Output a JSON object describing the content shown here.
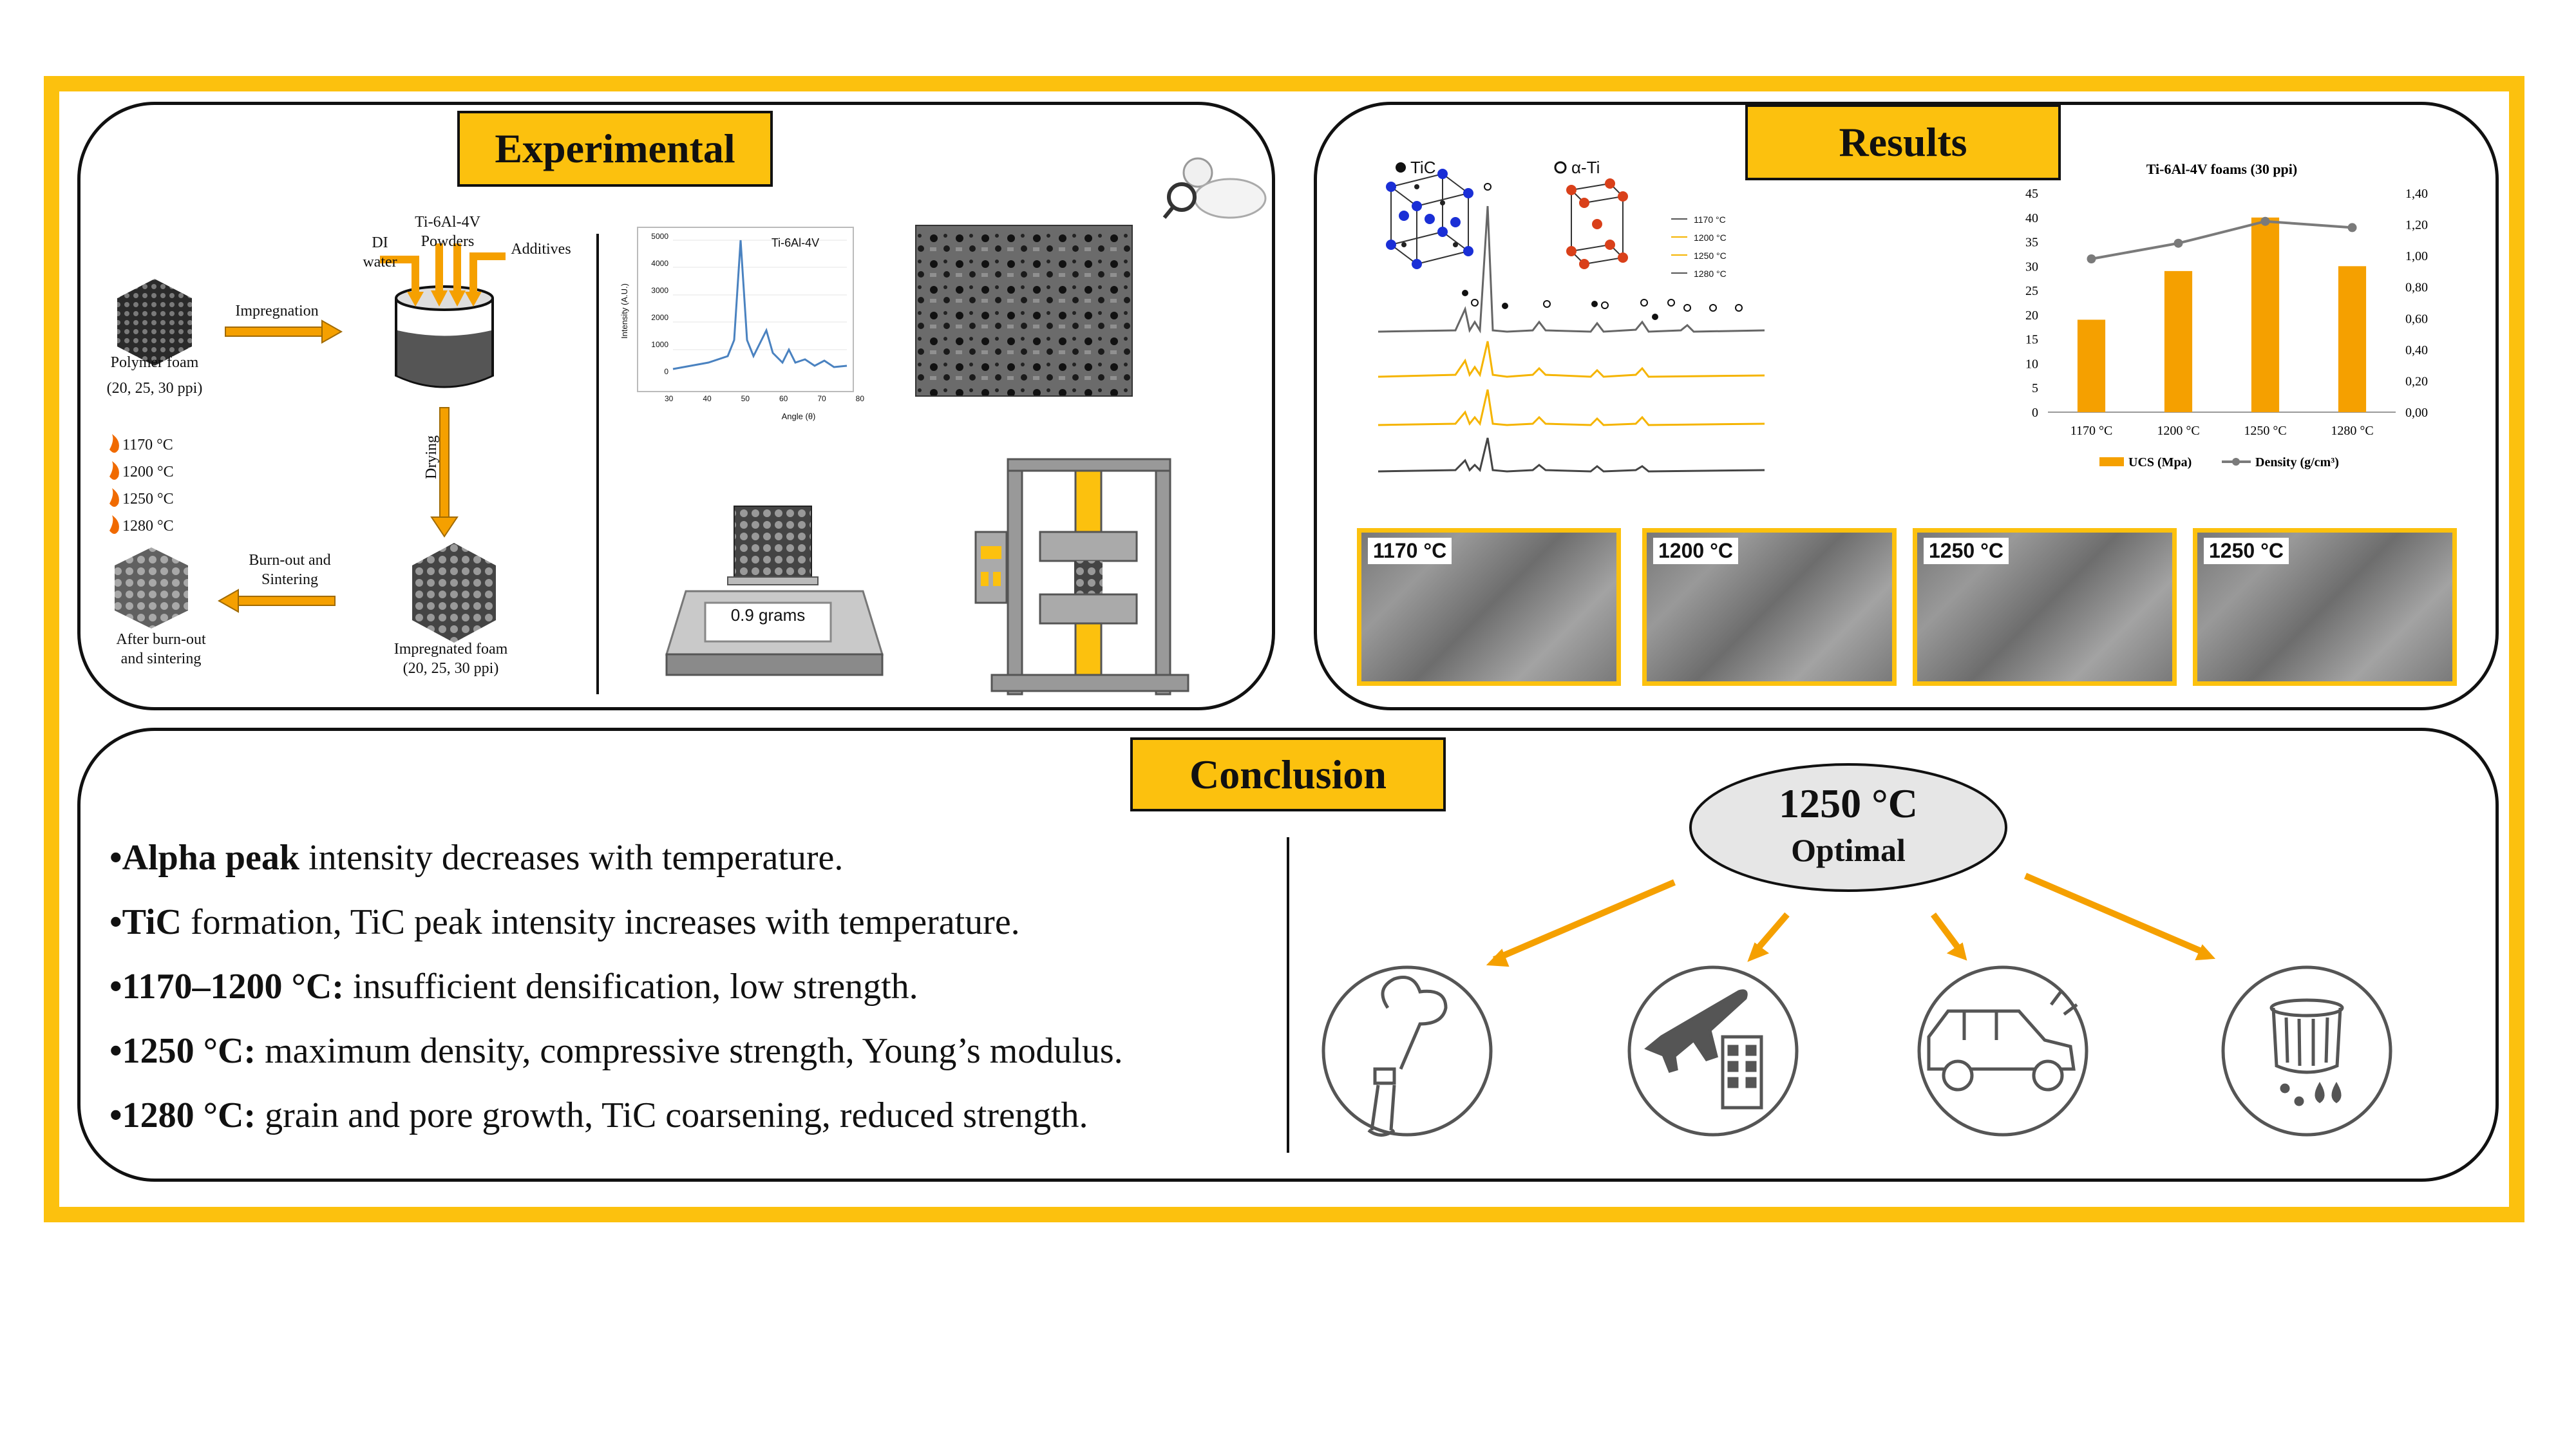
{
  "experimental": {
    "title": "Experimental",
    "polymer_foam": "Polymer foam",
    "polymer_ppi": "(20, 25, 30 ppi)",
    "impregnation": "Impregnation",
    "di_water": "DI\nwater",
    "powders": "Ti-6Al-4V\nPowders",
    "additives": "Additives",
    "drying": "Drying",
    "burnout": "Burn-out and\nSintering",
    "impregnated": "Impregnated foam\n(20, 25, 30 ppi)",
    "after": "After burn-out\nand sintering",
    "temps": [
      "1170 °C",
      "1200 °C",
      "1250 °C",
      "1280 °C"
    ],
    "xrd_title": "Ti-6Al-4V",
    "xrd_ylabel": "Intensity (A.U.)",
    "xrd_xlabel": "Angle (θ)",
    "xrd_yticks": [
      "5000",
      "4000",
      "3000",
      "2000",
      "1000",
      "0"
    ],
    "xrd_xticks": [
      "30",
      "40",
      "50",
      "60",
      "70",
      "80"
    ],
    "scale_weight": "0.9 grams"
  },
  "results": {
    "title": "Results",
    "tic_label": "TiC",
    "alpha_label": "α-Ti",
    "xrd_legend": [
      "1170 °C",
      "1200 °C",
      "1250 °C",
      "1280 °C"
    ],
    "sem_labels": [
      "1170 °C",
      "1200 °C",
      "1250 °C",
      "1250 °C"
    ]
  },
  "chart_data": {
    "type": "bar",
    "title": "Ti-6Al-4V foams (30 ppi)",
    "categories": [
      "1170 °C",
      "1200 °C",
      "1250 °C",
      "1280 °C"
    ],
    "series": [
      {
        "name": "UCS (Mpa)",
        "type": "bar",
        "axis": "left",
        "values": [
          19,
          29,
          40,
          30
        ],
        "color": "#f5a000"
      },
      {
        "name": "Density (g/cm³)",
        "type": "line",
        "axis": "right",
        "values": [
          0.98,
          1.08,
          1.22,
          1.18
        ],
        "color": "#7a7a7a"
      }
    ],
    "ylim": [
      0,
      45
    ],
    "yticks": [
      "45",
      "40",
      "35",
      "30",
      "25",
      "20",
      "15",
      "10",
      "5",
      "0"
    ],
    "y2lim": [
      0,
      1.4
    ],
    "y2ticks": [
      "1,40",
      "1,20",
      "1,00",
      "0,80",
      "0,60",
      "0,40",
      "0,20",
      "0,00"
    ],
    "legend_position": "bottom"
  },
  "conclusion": {
    "title": "Conclusion",
    "bullets": [
      {
        "bold": "•Alpha peak",
        "rest": " intensity decreases with temperature."
      },
      {
        "bold": "•TiC",
        "rest": " formation, TiC peak intensity increases with temperature."
      },
      {
        "bold": "•1170–1200 °C:",
        "rest": " insufficient densification, low strength."
      },
      {
        "bold": "•1250 °C:",
        "rest": " maximum density, compressive strength, Young’s modulus."
      },
      {
        "bold": "•1280 °C:",
        "rest": " grain and pore growth, TiC coarsening, reduced strength."
      }
    ],
    "optimal_temp": "1250 °C",
    "optimal_label": "Optimal"
  },
  "colors": {
    "accent": "#fcc10e",
    "bar": "#f5a000"
  }
}
